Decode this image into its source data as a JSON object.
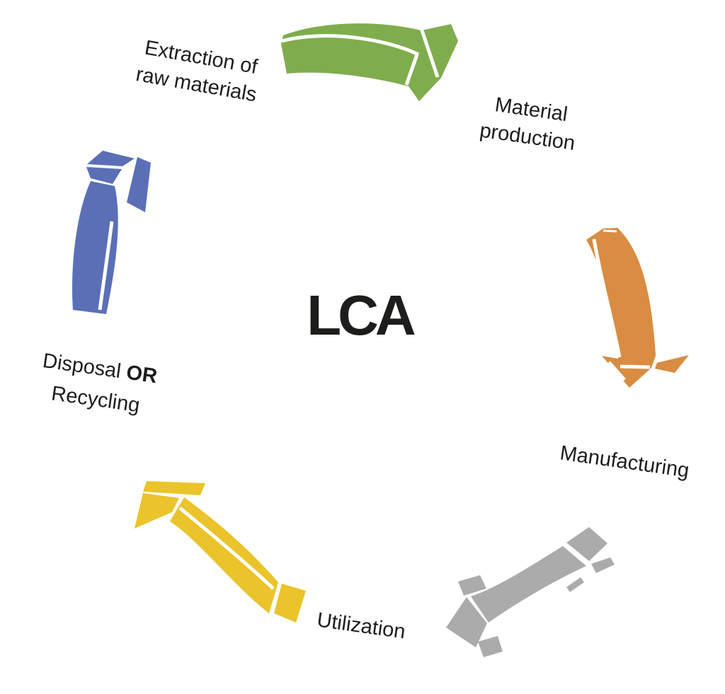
{
  "diagram": {
    "title": "LCA",
    "background_color": "#ffffff",
    "text_color": "#1d1d1b",
    "type": "cycle-diagram"
  },
  "stages": [
    {
      "id": "extraction",
      "line1": "Extraction of",
      "line2": "raw materials"
    },
    {
      "id": "material-production",
      "line1": "Material",
      "line2": "production"
    },
    {
      "id": "manufacturing",
      "label": "Manufacturing"
    },
    {
      "id": "utilization",
      "label": "Utilization"
    },
    {
      "id": "disposal-recycling",
      "line1_normal": "Disposal",
      "line1_bold": "OR",
      "line2": "Recycling"
    }
  ],
  "arrows": [
    {
      "name": "extraction-to-material-production",
      "color": "#7fad4d"
    },
    {
      "name": "material-production-to-manufacturing",
      "color": "#d98c42"
    },
    {
      "name": "manufacturing-to-utilization",
      "color": "#ababab"
    },
    {
      "name": "utilization-to-disposal",
      "color": "#ebc32b"
    },
    {
      "name": "disposal-to-extraction",
      "color": "#5b6fb7"
    }
  ]
}
